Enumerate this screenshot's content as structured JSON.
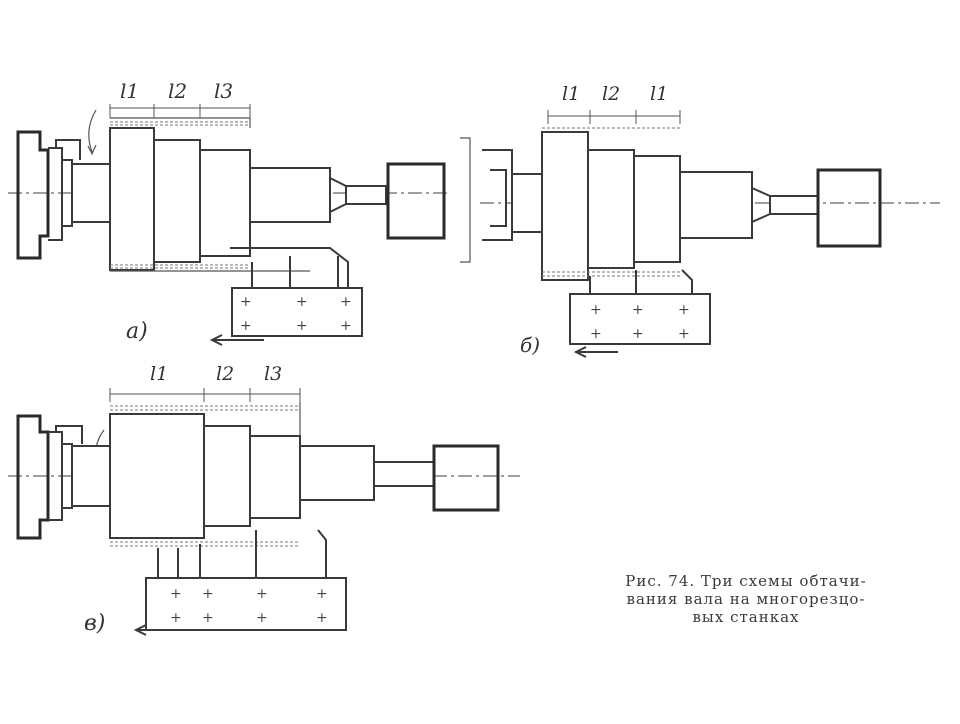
{
  "scheme_a": {
    "label": "а)",
    "dims": [
      "l1",
      "l2",
      "l3"
    ]
  },
  "scheme_b": {
    "label": "б)",
    "dims": [
      "l1",
      "l2",
      "l1"
    ]
  },
  "scheme_c": {
    "label": "в)",
    "dims": [
      "l1",
      "l2",
      "l3"
    ]
  },
  "caption": {
    "line1": "Рис. 74. Три схемы обтачи-",
    "line2": "вания вала на многорезцо-",
    "line3": "вых станках"
  }
}
